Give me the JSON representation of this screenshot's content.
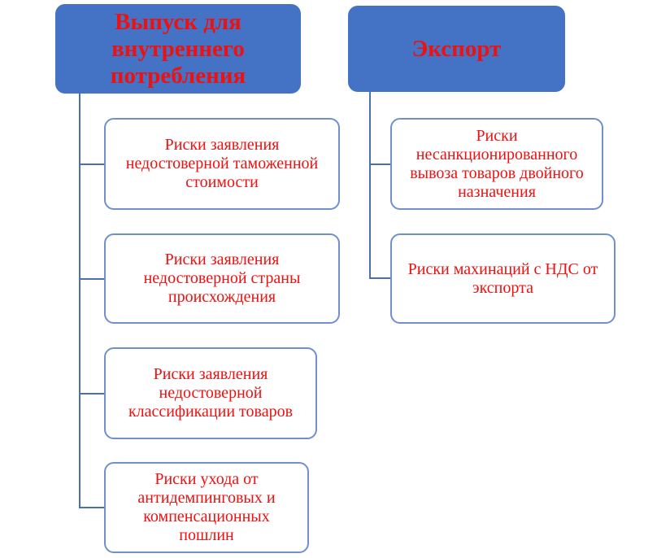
{
  "colors": {
    "header_fill": "#4472c4",
    "text": "#ee1111",
    "border": "#6f8fcf"
  },
  "columns": [
    {
      "title": "Выпуск для внутреннего потребления",
      "items": [
        "Риски заявления недостоверной таможенной стоимости",
        "Риски заявления недостоверной страны происхождения",
        "Риски заявления недостоверной классификации товаров",
        "Риски ухода от антидемпинговых и компенсационных пошлин"
      ]
    },
    {
      "title": "Экспорт",
      "items": [
        "Риски несанкционированного вывоза товаров двойного назначения",
        "Риски махинаций с НДС от экспорта"
      ]
    }
  ]
}
